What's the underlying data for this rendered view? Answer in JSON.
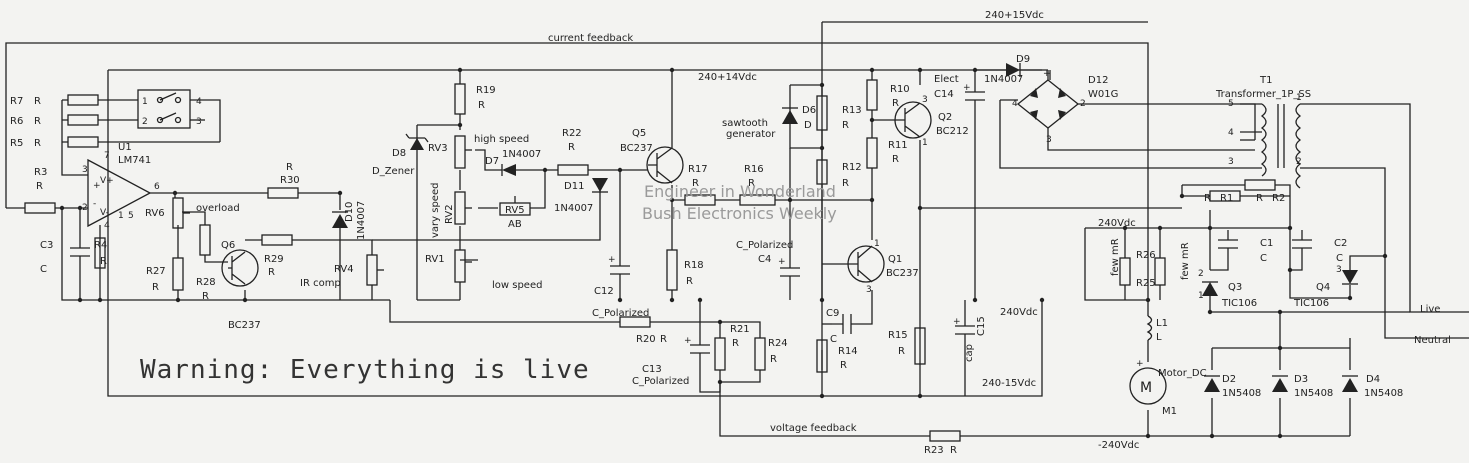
{
  "schematic": {
    "nets": {
      "current_feedback": "current feedback",
      "voltage_feedback": "voltage feedback",
      "top_rail": "240+15Vdc",
      "mid_rail_high": "240+14Vdc",
      "rail_240_a": "240Vdc",
      "rail_240_b": "240Vdc",
      "rail_240_minus15": "240-15Vdc",
      "rail_minus240": "-240Vdc",
      "live": "Live",
      "neutral": "Neutral"
    },
    "notes": {
      "warning": "Warning: Everything is live",
      "watermark_line1": "Engineer in Wonderland",
      "watermark_line2": "Bush Electronics Weekly",
      "overload": "overload",
      "ir_comp": "IR comp",
      "high_speed": "high speed",
      "vary_speed": "vary speed",
      "low_speed": "low speed",
      "sawtooth_1": "sawtooth",
      "sawtooth_2": "generator"
    },
    "components": {
      "R7": "R7",
      "R6": "R6",
      "R5": "R5",
      "R3": "R3",
      "R": "R",
      "U1": "U1",
      "LM741": "LM741",
      "C3": "C3",
      "C": "C",
      "R4": "R4",
      "RV6": "RV6",
      "R27": "R27",
      "R28": "R28",
      "Q6": "Q6",
      "BC237": "BC237",
      "R29": "R29",
      "R30": "R30",
      "D10": "D10",
      "N1N4007": "1N4007",
      "RV4": "RV4",
      "D8": "D8",
      "D_Zener": "D_Zener",
      "RV3": "RV3",
      "R19": "R19",
      "RV2": "RV2",
      "RV1": "RV1",
      "D7": "D7",
      "RV5": "RV5",
      "AB": "AB",
      "R22": "R22",
      "D11": "D11",
      "Q5": "Q5",
      "R17": "R17",
      "R16": "R16",
      "R18": "R18",
      "C12": "C12",
      "C_Polarized": "C_Polarized",
      "R20": "R20",
      "R21": "R21",
      "R24": "R24",
      "C13": "C13",
      "D6": "D6",
      "D": "D",
      "R13": "R13",
      "R12": "R12",
      "C4": "C4",
      "R10": "R10",
      "R11": "R11",
      "Q2": "Q2",
      "BC212": "BC212",
      "Q1": "Q1",
      "C9": "C9",
      "R14": "R14",
      "R15": "R15",
      "C15": "C15",
      "cap": "cap",
      "Elect": "Elect",
      "C14": "C14",
      "D9": "D9",
      "D12": "D12",
      "W01G": "W01G",
      "T1": "T1",
      "Transformer_1P_SS": "Transformer_1P_SS",
      "R1": "R1",
      "R2": "R2",
      "R26": "R26",
      "R25": "R25",
      "few_mR": "few mR",
      "C1": "C1",
      "C2": "C2",
      "Q3": "Q3",
      "Q4": "Q4",
      "TIC106": "TIC106",
      "L1": "L1",
      "L": "L",
      "Motor_DC": "Motor_DC",
      "M1": "M1",
      "D2": "D2",
      "D3": "D3",
      "D4": "D4",
      "N1N5408": "1N5408",
      "R23": "R23"
    }
  }
}
